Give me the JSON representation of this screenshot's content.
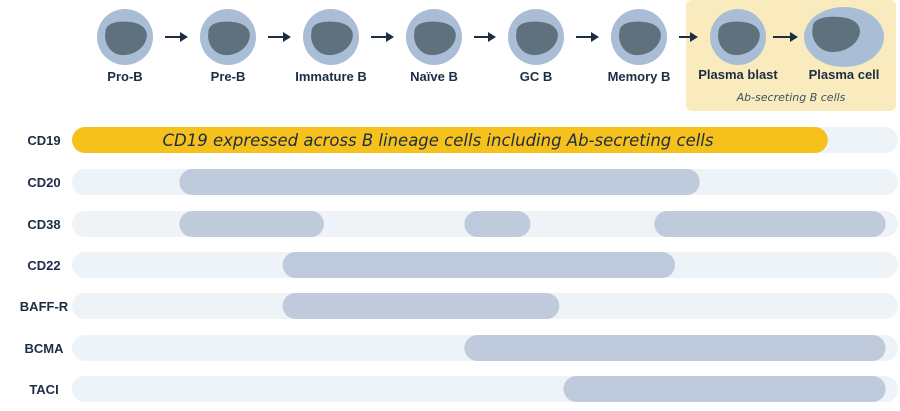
{
  "colors": {
    "track": "#edf3f6",
    "bar": "#bfcadd",
    "highlight_bar": "#f6c11c",
    "highlight_box": "#f9ebbd",
    "cell_outer": "#a9bed6",
    "cell_nucleus": "#5e717d",
    "arrow": "#1c2e44"
  },
  "stages": [
    {
      "label": "Pro-B"
    },
    {
      "label": "Pre-B"
    },
    {
      "label": "Immature B"
    },
    {
      "label": "Naïve B"
    },
    {
      "label": "GC B"
    },
    {
      "label": "Memory B"
    },
    {
      "label": "Plasma blast"
    },
    {
      "label": "Plasma cell"
    }
  ],
  "plasma_group_caption": "Ab-secreting B cells",
  "markers": [
    {
      "label": "CD19",
      "highlight": true,
      "annotation": "CD19 expressed across B lineage cells including Ab-secreting cells",
      "bars": [
        [
          0.0,
          0.915
        ]
      ]
    },
    {
      "label": "CD20",
      "bars": [
        [
          0.13,
          0.76
        ]
      ]
    },
    {
      "label": "CD38",
      "bars": [
        [
          0.13,
          0.305
        ],
        [
          0.475,
          0.555
        ],
        [
          0.705,
          0.985
        ]
      ]
    },
    {
      "label": "CD22",
      "bars": [
        [
          0.255,
          0.73
        ]
      ]
    },
    {
      "label": "BAFF-R",
      "bars": [
        [
          0.255,
          0.59
        ]
      ]
    },
    {
      "label": "BCMA",
      "bars": [
        [
          0.475,
          0.985
        ]
      ]
    },
    {
      "label": "TACI",
      "bars": [
        [
          0.595,
          0.985
        ]
      ]
    }
  ]
}
